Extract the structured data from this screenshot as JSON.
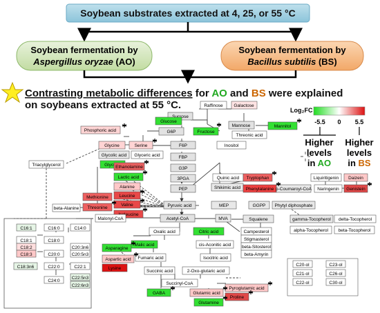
{
  "header": {
    "top_text": "Soybean substrates extracted at 4, 25, or 55 °C",
    "ao_line1": "Soybean fermentation by",
    "ao_species": "Aspergillus oryzae",
    "ao_abbrev": "(AO)",
    "bs_line1": "Soybean fermentation by",
    "bs_species": "Bacillus subtilis",
    "bs_abbrev": "(BS)",
    "headline_underlined": "Contrasting metabolic differences",
    "headline_for": " for ",
    "headline_ao": "AO",
    "headline_and": " and ",
    "headline_bs": "BS",
    "headline_end": " were explained",
    "headline_line2": "on soybeans extracted at 55 °C."
  },
  "legend": {
    "title": "Log₂FC",
    "min": "-5.5",
    "mid": "0",
    "max": "5.5",
    "ao_line1": "Higher",
    "ao_line2": "levels",
    "ao_line3_prefix": "in ",
    "ao_code": "AO",
    "bs_line1": "Higher",
    "bs_line2": "levels",
    "bs_line3_prefix": "in ",
    "bs_code": "BS",
    "colors": {
      "green": "#22dd22",
      "white": "#ffffff",
      "red": "#dd1111",
      "ao": "#22bb22",
      "bs": "#cc6600"
    }
  },
  "nodes": {
    "raffinose": "Raffinose",
    "galactose": "Galactose",
    "sucrose": "Sucrose",
    "glucose": "Glucose",
    "mannose": "Mannose",
    "mannitol": "Mannitol",
    "g6p": "G6P",
    "fructose": "Fructose",
    "threonic": "Threonic acid",
    "f6p": "F6P",
    "inositol": "Inositol",
    "fbp": "FBP",
    "g3p": "G3P",
    "pga": "3PGA",
    "pep": "PEP",
    "pyruvic": "Pyruvic acid",
    "phosphoric": "Phosphoric acid",
    "glycine": "Glycine",
    "serine": "Serine",
    "glycolic": "Glycolic acid",
    "glyceric": "Glyceric acid",
    "glycerol": "Glycerol",
    "triacylglycerol": "Triacylglycerol",
    "ethanolamine": "Ethanolamine",
    "lactic": "Lactic acid",
    "alanine": "Alanine",
    "leucine": "Leucine",
    "methionine": "Methionine",
    "valine": "Valine",
    "threonine": "Threonine",
    "betaalanine": "beta-Alanine",
    "isoleucine": "Isoleucine",
    "quinic": "Quinic acid",
    "shikimic": "Shikimic acid",
    "tryptophan": "Tryptophan",
    "phenylalanine": "Phenylalanine",
    "coumaroyl": "p-Coumaroyl-CoA",
    "liquiritigenin": "Liquiritigenin",
    "naringenin": "Naringenin",
    "daizein": "Daizein",
    "genistein": "Genistein",
    "mep": "MEP",
    "ggpp": "GGPP",
    "phytyl": "Phytyl diphosphate",
    "malonyl": "Malonyl-CoA",
    "acetyl": "Acetyl-CoA",
    "mva": "MVA",
    "squalene": "Squalene",
    "gamma_toco": "gamma-Tocopherol",
    "delta_toco": "delta-Tocopherol",
    "alpha_toco": "alpha-Tocopherol",
    "beta_toco": "beta-Tocopherol",
    "campesterol": "Campesterol",
    "stigmasterol": "Stigmasterol",
    "sitosterol": "beta-Sitosterol",
    "amyrin": "beta-Amyrin",
    "oxalic": "Oxalic acid",
    "citric": "Citric acid",
    "asparagine": "Asparagine",
    "malic": "Malic acid",
    "cisaconitic": "cis-Aconitic acid",
    "aspartic": "Aspartic acid",
    "fumaric": "Fumaric acid",
    "isocitric": "Isocitric acid",
    "lysine": "Lysine",
    "succinic": "Succinic acid",
    "oxoglutaric": "2-Oxo-glutaric acid",
    "succinylcoa": "Succinyl-CoA",
    "gaba": "GABA",
    "glutamic": "Glutamic acid",
    "pyroglutamic": "Pyroglutamic acid",
    "glutamine": "Glutamine",
    "proline": "Proline"
  },
  "fatty_acids": {
    "c16_1": "C16:1",
    "c16_0": "C16:0",
    "c14_0": "C14:0",
    "c18_1": "C18:1",
    "c18_0": "C18:0",
    "c18_2": "C18:2",
    "c20_3n6": "C20:3n6",
    "c18_3": "C18:3",
    "c20_0": "C20:0",
    "c20_5n3": "C20:5n3",
    "c18_3n6": "C18:3n6",
    "c22_0": "C22:0",
    "c22_1": "C22:1",
    "c22_5n3": "C22:5n3",
    "c24_0": "C24:0",
    "c22_6n3": "C22:6n3"
  },
  "alcohols": {
    "c20": "C20-ol",
    "c23": "C23-ol",
    "c21": "C21-ol",
    "c26": "C26-ol",
    "c22": "C22-ol",
    "c30": "C30-ol"
  }
}
